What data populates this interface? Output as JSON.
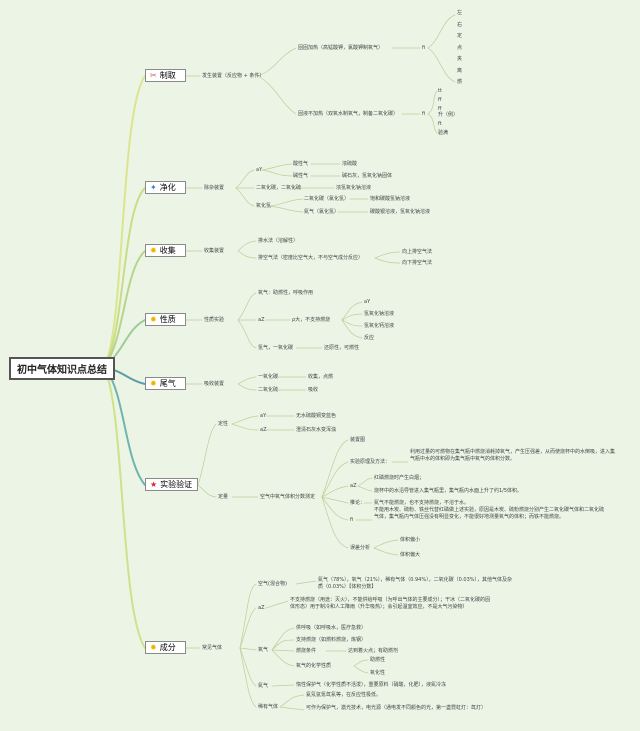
{
  "root": "初中气体知识点总结",
  "branches": [
    {
      "key": "zhiqu",
      "label": "制取",
      "icon": "scissors-icon",
      "glyph": "✂",
      "color": "#d8e28a"
    },
    {
      "key": "jinghua",
      "label": "净化",
      "icon": "sparkle-icon",
      "glyph": "✦",
      "color": "#c8dc84"
    },
    {
      "key": "shouji",
      "label": "收集",
      "icon": "sun-icon",
      "glyph": "✹",
      "color": "#b4d68a"
    },
    {
      "key": "xingzhi",
      "label": "性质",
      "icon": "sun-icon",
      "glyph": "✹",
      "color": "#9ccd96"
    },
    {
      "key": "weiqi",
      "label": "尾气",
      "icon": "sun-icon",
      "glyph": "✹",
      "color": "#5aa0a6"
    },
    {
      "key": "yanzheng",
      "label": "实验验证",
      "icon": "star-icon",
      "glyph": "★",
      "color": "#6fb5ae"
    },
    {
      "key": "chengfen",
      "label": "成分",
      "icon": "sun-icon",
      "glyph": "✹",
      "color": "#cde28a"
    }
  ],
  "zhiqu": {
    "sub": "发生装置（反应物 + 条件）",
    "gugu": "固固加热（高锰酸钾，氯酸钾制氧气）",
    "gugu_mark": "fi",
    "gugu_vertical": "左右定点夹离燃",
    "guye": "固液不加热（双氧水制氧气，制备二氧化碳）",
    "guye_list": [
      "tt",
      "ff",
      "ff",
      "升（例）",
      "ft",
      "验满"
    ]
  },
  "jinghua": {
    "sub": "除杂装置",
    "a1": "aY",
    "items": [
      {
        "label": "酸性气",
        "right": "浓硫酸"
      },
      {
        "label": "碱性气",
        "right": "碱石灰，氢氧化钠固体"
      },
      {
        "label": "二氧化碳，二氧化硫",
        "right": "浓氢氧化钠溶液"
      },
      {
        "label": "氧化氢",
        "right": ""
      },
      {
        "label": "二氧化碳（氯化氢）",
        "right": "饱和碳酸氢钠溶液"
      },
      {
        "label": "氮气（氯化氢）",
        "right": "碳酸银溶液，氢氧化钠溶液"
      }
    ]
  },
  "shouji": {
    "sub": "收集装置",
    "a": "排水法（溶解性）",
    "b": "排空气法（密度比空气大，不与空气成分反应）",
    "b1": "向上排空气法",
    "b2": "向下排空气法"
  },
  "xingzhi": {
    "sub": "性质实验",
    "o2": "氧气：助燃性，呼吸作用",
    "az": "aZ",
    "rho": "ρ大，不支持燃烧",
    "list": [
      "aY",
      "氢氧化钠溶液",
      "氢氧化钙溶液",
      "反应"
    ],
    "co": "氢气，一氧化碳",
    "co_right": "还原性，可燃性"
  },
  "weiqi": {
    "sub": "吸收装置",
    "co": "一氧化碳",
    "co_right": "收集，点燃",
    "so2": "二氧化硫",
    "so2_right": "吸收"
  },
  "yanzheng": {
    "dingxing": "定性",
    "ay": "aY",
    "ay_right": "无水硫酸铜变蓝色",
    "az": "aZ",
    "az_right": "澄清石灰水变浑浊",
    "dingliang": "定量",
    "kongqi": "空气中氧气体积分数测定",
    "zhuangzhi": "装置图",
    "shiyan": "实验原理及方法：",
    "shiyan_text": "利用过量的可燃物在集气瓶中燃烧消耗掉氧气，产生压强差，从而使烧杯中的水倒吸，进入集气瓶中水的体积即为集气瓶中氧气的体积分数。",
    "xianxiang": "aZ",
    "xx1": "红磷燃烧时产生白烟；",
    "xx2": "烧杯中的水沿导管进入集气瓶里，集气瓶内水面上升了约1/5体积。",
    "tuilun": "推论：",
    "tuilun_text": "氮气不能燃烧，也不支持燃烧，不溶于水。",
    "fi": "fi",
    "fi_text": "不能用木炭、硫粉、铁丝代替红磷做上述实验，原因是木炭、硫粉燃烧分别产生二氧化碳气体和二氧化硫气体，集气瓶内气体压强没有明显变化，不能很好地测量氧气的体积；而铁不能燃烧。",
    "wucha": "误差分析",
    "wc1": "体积偏小",
    "wc2": "体积偏大"
  },
  "chengfen": {
    "sub": "常见气体",
    "kongqi": "空气(混合物)",
    "kongqi_text": "氮气（78%），氧气（21%），稀有气体（0.94%），二氧化碳（0.03%），其他气体及杂质（0.03%）【体积分数】",
    "az": "aZ",
    "az_text": "不支持燃烧（用途：灭火），不能供给呼吸（为呼出气体的主要成分）；干冰（二氧化碳的固体形态）用于制冷和人工降雨（升华吸热）；会引起温室效应，不是大气污染物）",
    "gongji": "供呼吸（如呼吸水，医疗急救）",
    "yangqi": "氧气",
    "zhichi": "支持燃烧（如燃料燃烧，炼钢）",
    "ranshao": "燃烧条件",
    "ranshao_right": "达到着火点；有助燃剂",
    "huaxue": "氧气的化学性质",
    "zhuran": "助燃性",
    "yanghua": "氧化性",
    "danqi": "氮气",
    "danqi_text": "惰性保护气（化学性质不活泼），重要原料（硝酸，化肥），液氮冷冻",
    "xiyou": "稀有气体",
    "xiyou_a": "氦氖氩氪氙氡等，在反应性极低。",
    "xiyou_b": "可作为保护气，激光技术，电光源（通电发不同颜色的光，第一盏霓虹灯：氙灯）"
  }
}
